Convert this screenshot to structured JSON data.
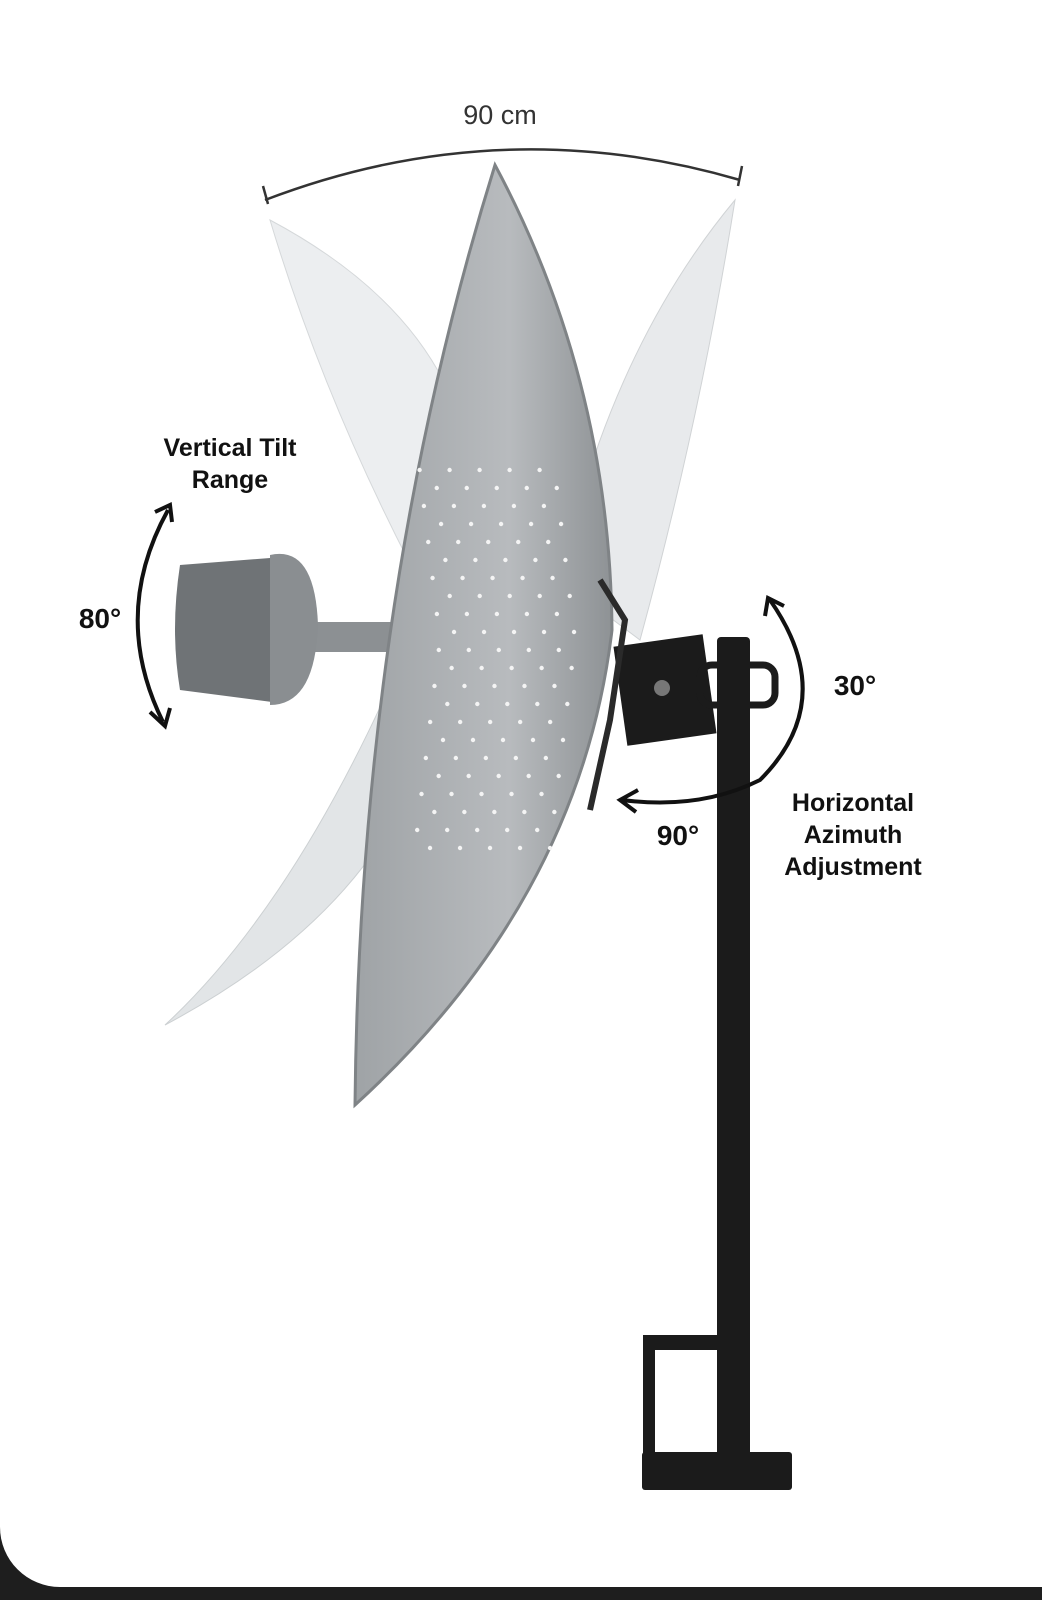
{
  "width_label": "90 cm",
  "vertical_tilt": {
    "title_line1": "Vertical Tilt",
    "title_line2": "Range",
    "angle": "80°"
  },
  "horizontal_azimuth": {
    "line1": "Horizontal",
    "line2": "Azimuth",
    "line3": "Adjustment",
    "angle_right": "30°",
    "angle_left": "90°"
  },
  "colors": {
    "dish": "#a9adb0",
    "ghost": "#e6e8ea",
    "pole": "#1b1b1b",
    "bottom_bar": "#1e1e1e"
  }
}
